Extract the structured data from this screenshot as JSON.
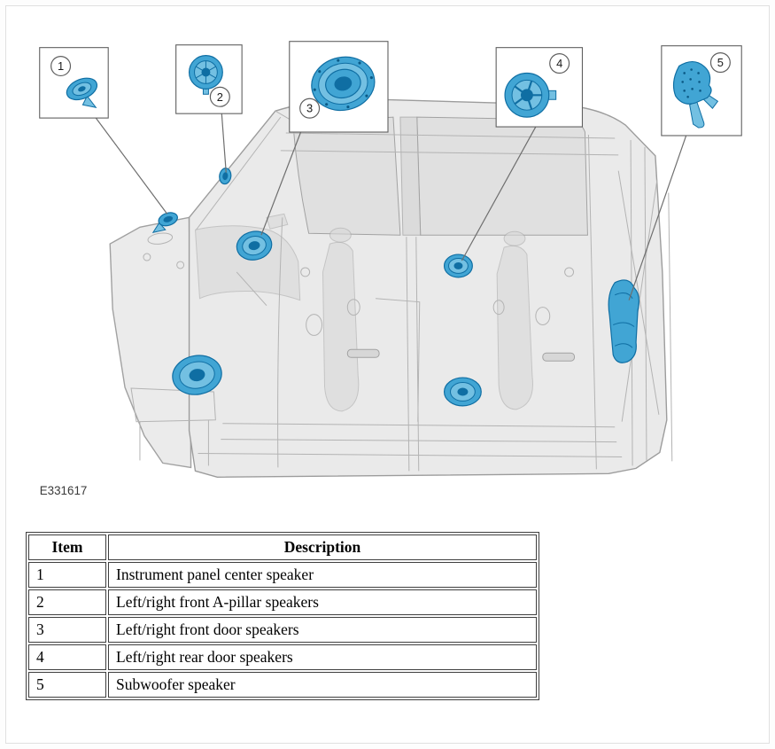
{
  "figure": {
    "id_label": "E331617",
    "callouts": [
      {
        "num": "1"
      },
      {
        "num": "2"
      },
      {
        "num": "3"
      },
      {
        "num": "4"
      },
      {
        "num": "5"
      }
    ]
  },
  "table": {
    "headers": [
      "Item",
      "Description"
    ],
    "rows": [
      {
        "item": "1",
        "description": "Instrument panel center speaker"
      },
      {
        "item": "2",
        "description": "Left/right front A-pillar speakers"
      },
      {
        "item": "3",
        "description": "Left/right front door speakers"
      },
      {
        "item": "4",
        "description": "Left/right rear door speakers"
      },
      {
        "item": "5",
        "description": "Subwoofer speaker"
      }
    ]
  },
  "colors": {
    "speaker_blue": "#41a5d4",
    "speaker_blue_mid": "#73c0e2",
    "speaker_blue_dark": "#0f6ea3",
    "speaker_blue_deep": "#0b5a86",
    "line_gray": "#6e6e6e",
    "table_border": "#3f3f3f"
  }
}
